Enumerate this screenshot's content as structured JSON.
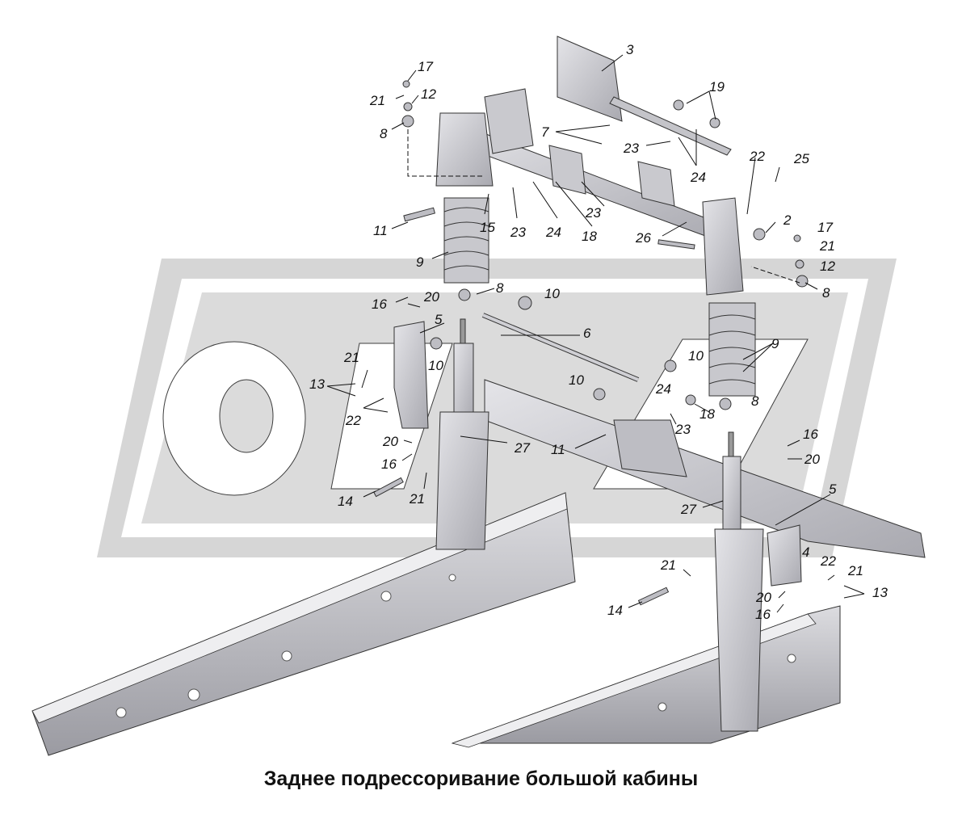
{
  "caption": "Заднее подрессоривание большой кабины",
  "watermark": {
    "text": "OAZ",
    "color": "#d2d2d2"
  },
  "colors": {
    "part_fill": "#cfcfd4",
    "part_dark": "#a7a7ae",
    "line": "#222222",
    "paper": "#ffffff"
  },
  "labels": [
    {
      "id": "l3a",
      "text": "3"
    },
    {
      "id": "l17a",
      "text": "17"
    },
    {
      "id": "l21a",
      "text": "21"
    },
    {
      "id": "l12a",
      "text": "12"
    },
    {
      "id": "l8a",
      "text": "8"
    },
    {
      "id": "l19",
      "text": "19"
    },
    {
      "id": "l7",
      "text": "7"
    },
    {
      "id": "l23a",
      "text": "23"
    },
    {
      "id": "l24a",
      "text": "24"
    },
    {
      "id": "l22a",
      "text": "22"
    },
    {
      "id": "l25",
      "text": "25"
    },
    {
      "id": "l2",
      "text": "2"
    },
    {
      "id": "l17b",
      "text": "17"
    },
    {
      "id": "l21b",
      "text": "21"
    },
    {
      "id": "l12b",
      "text": "12"
    },
    {
      "id": "l8b",
      "text": "8"
    },
    {
      "id": "l11a",
      "text": "11"
    },
    {
      "id": "l15",
      "text": "15"
    },
    {
      "id": "l23b",
      "text": "23"
    },
    {
      "id": "l24b",
      "text": "24"
    },
    {
      "id": "l18a",
      "text": "18"
    },
    {
      "id": "l23c",
      "text": "23"
    },
    {
      "id": "l26",
      "text": "26"
    },
    {
      "id": "l9a",
      "text": "9"
    },
    {
      "id": "l8c",
      "text": "8"
    },
    {
      "id": "l10a",
      "text": "10"
    },
    {
      "id": "l16a",
      "text": "16"
    },
    {
      "id": "l20a",
      "text": "20"
    },
    {
      "id": "l5a",
      "text": "5"
    },
    {
      "id": "l6",
      "text": "6"
    },
    {
      "id": "l9b",
      "text": "9"
    },
    {
      "id": "l21c",
      "text": "21"
    },
    {
      "id": "l10b",
      "text": "10"
    },
    {
      "id": "l10c",
      "text": "10"
    },
    {
      "id": "l13a",
      "text": "13"
    },
    {
      "id": "l10d",
      "text": "10"
    },
    {
      "id": "l24c",
      "text": "24"
    },
    {
      "id": "l8d",
      "text": "8"
    },
    {
      "id": "l22b",
      "text": "22"
    },
    {
      "id": "l18b",
      "text": "18"
    },
    {
      "id": "l23d",
      "text": "23"
    },
    {
      "id": "l20b",
      "text": "20"
    },
    {
      "id": "l27a",
      "text": "27"
    },
    {
      "id": "l11b",
      "text": "11"
    },
    {
      "id": "l16b",
      "text": "16"
    },
    {
      "id": "l16c",
      "text": "16"
    },
    {
      "id": "l20c",
      "text": "20"
    },
    {
      "id": "l14a",
      "text": "14"
    },
    {
      "id": "l21d",
      "text": "21"
    },
    {
      "id": "l5b",
      "text": "5"
    },
    {
      "id": "l27b",
      "text": "27"
    },
    {
      "id": "l4",
      "text": "4"
    },
    {
      "id": "l21e",
      "text": "21"
    },
    {
      "id": "l22c",
      "text": "22"
    },
    {
      "id": "l21f",
      "text": "21"
    },
    {
      "id": "l13b",
      "text": "13"
    },
    {
      "id": "l20d",
      "text": "20"
    },
    {
      "id": "l14b",
      "text": "14"
    },
    {
      "id": "l16d",
      "text": "16"
    }
  ]
}
